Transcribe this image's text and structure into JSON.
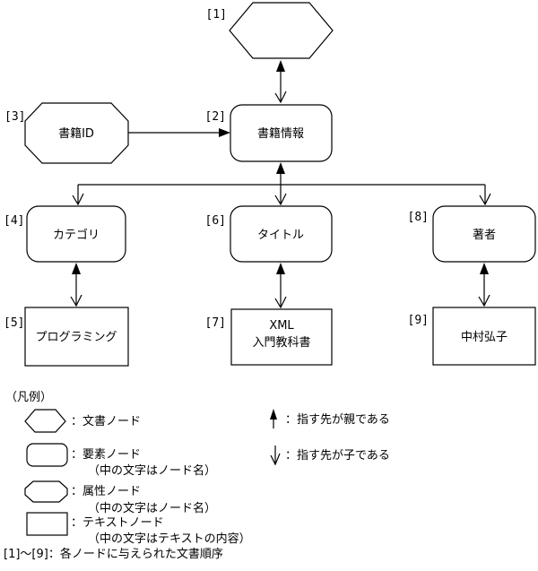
{
  "diagram": {
    "nodes": {
      "document": {
        "order_label": "[1]"
      },
      "book_info": {
        "order_label": "[2]",
        "label": "書籍情報"
      },
      "book_id": {
        "order_label": "[3]",
        "label": "書籍ID"
      },
      "category": {
        "order_label": "[4]",
        "label": "カテゴリ"
      },
      "programming": {
        "order_label": "[5]",
        "label": "プログラミング"
      },
      "title": {
        "order_label": "[6]",
        "label": "タイトル"
      },
      "xml_textbook": {
        "order_label": "[7]",
        "label_line1": "XML",
        "label_line2": "入門教科書"
      },
      "author": {
        "order_label": "[8]",
        "label": "著者"
      },
      "nakamura": {
        "order_label": "[9]",
        "label": "中村弘子"
      }
    }
  },
  "legend": {
    "heading": "（凡例）",
    "document_node_label": "：文書ノード",
    "element_node_label": "：要素ノード",
    "element_node_note": "（中の文字はノード名）",
    "attribute_node_label": "：属性ノード",
    "attribute_node_note": "（中の文字はノード名）",
    "text_node_label": "：テキストノード",
    "text_node_note": "（中の文字はテキストの内容）",
    "parent_arrow_label": "：指す先が親である",
    "child_arrow_label": "：指す先が子である",
    "order_note": "[1]～[9]：各ノードに与えられた文書順序"
  },
  "colors": {
    "line": "#000000",
    "background": "#ffffff"
  }
}
